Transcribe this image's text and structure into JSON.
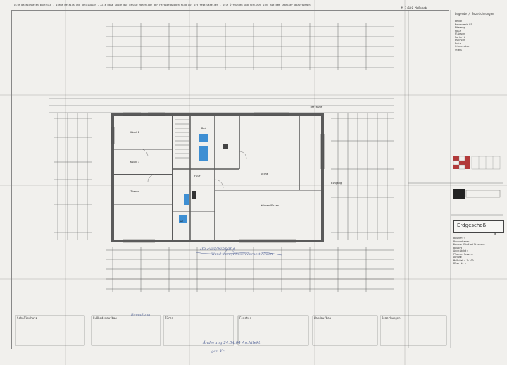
{
  "sheet": {
    "header_note": "Alle bezeichneten Bauteile  - siehe Details und Detailplan - Alle Maße sowie die genaue Hohenlage der Fertigfußböden sind auf Ort festzustellen - Alle Öffnungen und Schlitze sind mit dem Statiker abzustimmen",
    "scale_note": "M 1:100   Maßstab",
    "plan_title": "Erdgeschoß",
    "north_label": "N"
  },
  "rooms": [
    {
      "id": "r1",
      "label": "Kind 2"
    },
    {
      "id": "r2",
      "label": "Kind 1"
    },
    {
      "id": "r3",
      "label": "Bad"
    },
    {
      "id": "r4",
      "label": "WC"
    },
    {
      "id": "r5",
      "label": "Flur"
    },
    {
      "id": "r6",
      "label": "Küche"
    },
    {
      "id": "r7",
      "label": "Wohnen/Essen"
    },
    {
      "id": "r8",
      "label": "Zimmer"
    },
    {
      "id": "r9",
      "label": "Terrasse"
    },
    {
      "id": "r10",
      "label": "Eingang"
    }
  ],
  "handwriting": {
    "note1": "Im Flur/Eingang",
    "note2": "Wand dazu, Fliesen/Parkett hinten",
    "note3": "Bemaßung",
    "note4": "Änderung 24.04.04 Architekt",
    "note5": "gez. Kr."
  },
  "right_block": {
    "heading": "Legende / Bezeichnungen",
    "legend_items": [
      "Beton",
      "Mauerwerk KS",
      "Dämmung",
      "Holz",
      "Fliesen",
      "Parkett",
      "Estrich",
      "Putz",
      "Gipskarton",
      "Stahl"
    ],
    "project_lines": [
      "Bauherr:",
      "Bauvorhaben:",
      "Neubau Einfamilienhaus",
      "Bauort:",
      "Architekt:",
      "Planverfasser:",
      "Datum:",
      "Maßstab: 1:100",
      "Plan-Nr.:"
    ]
  },
  "bottom_tables": {
    "t1_title": "Schallschutz",
    "t2_title": "Fußbodenaufbau",
    "t3_title": "Türen",
    "t4_title": "Fenster",
    "t5_title": "Wandaufbau",
    "t6_title": "Bemerkungen"
  },
  "colors": {
    "paper": "#f1f0ed",
    "line": "#555555",
    "wall": "#6b6b6b",
    "blue_fill": "#3e8fd3",
    "red_fill": "#b23a3a",
    "pen": "#5c6c9c"
  }
}
